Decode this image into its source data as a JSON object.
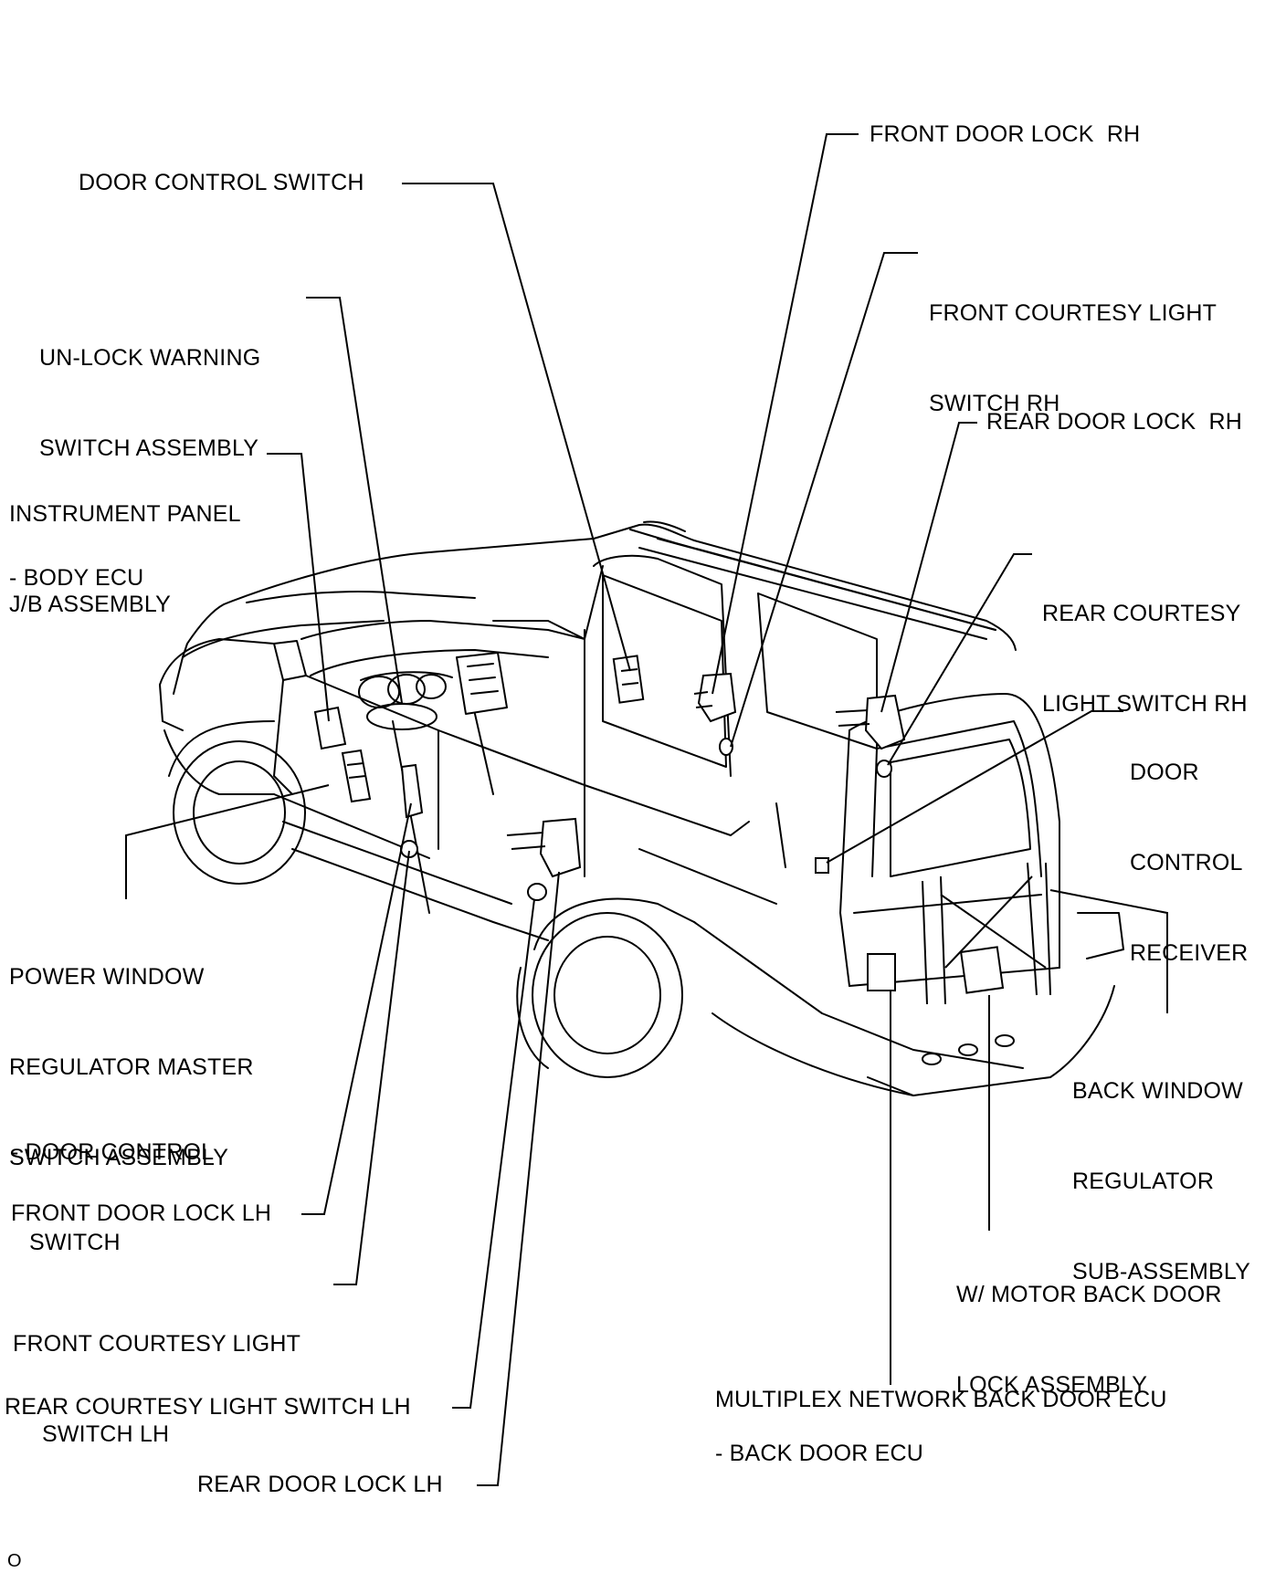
{
  "labels": {
    "door_control_switch": "DOOR CONTROL SWITCH",
    "unlock_warning_1": "UN-LOCK WARNING",
    "unlock_warning_2": "SWITCH ASSEMBLY",
    "instrument_panel_1": "INSTRUMENT PANEL",
    "instrument_panel_2": "J/B ASSEMBLY",
    "body_ecu": "- BODY ECU",
    "power_window_1": "POWER WINDOW",
    "power_window_2": "REGULATOR MASTER",
    "power_window_3": "SWITCH ASSEMBLY",
    "door_control_sub_1": "- DOOR CONTROL",
    "door_control_sub_2": "SWITCH",
    "front_door_lock_lh": "FRONT DOOR LOCK LH",
    "front_courtesy_lh_1": "FRONT COURTESY LIGHT",
    "front_courtesy_lh_2": "SWITCH LH",
    "rear_courtesy_lh": "REAR COURTESY LIGHT SWITCH LH",
    "rear_door_lock_lh": "REAR DOOR LOCK LH",
    "front_door_lock_rh": "FRONT DOOR LOCK  RH",
    "front_courtesy_rh_1": "FRONT COURTESY LIGHT",
    "front_courtesy_rh_2": "SWITCH RH",
    "rear_door_lock_rh": "REAR DOOR LOCK  RH",
    "rear_courtesy_rh_1": "REAR COURTESY",
    "rear_courtesy_rh_2": "LIGHT SWITCH RH",
    "door_control_receiver_1": "DOOR",
    "door_control_receiver_2": "CONTROL",
    "door_control_receiver_3": "RECEIVER",
    "back_window_1": "BACK WINDOW",
    "back_window_2": "REGULATOR",
    "back_window_3": "SUB-ASSEMBLY",
    "back_door_lock_1": "W/ MOTOR BACK DOOR",
    "back_door_lock_2": "LOCK ASSEMBLY",
    "multiplex_ecu": "MULTIPLEX NETWORK BACK DOOR ECU",
    "back_door_ecu": "- BACK DOOR ECU",
    "figure_code": "O"
  }
}
